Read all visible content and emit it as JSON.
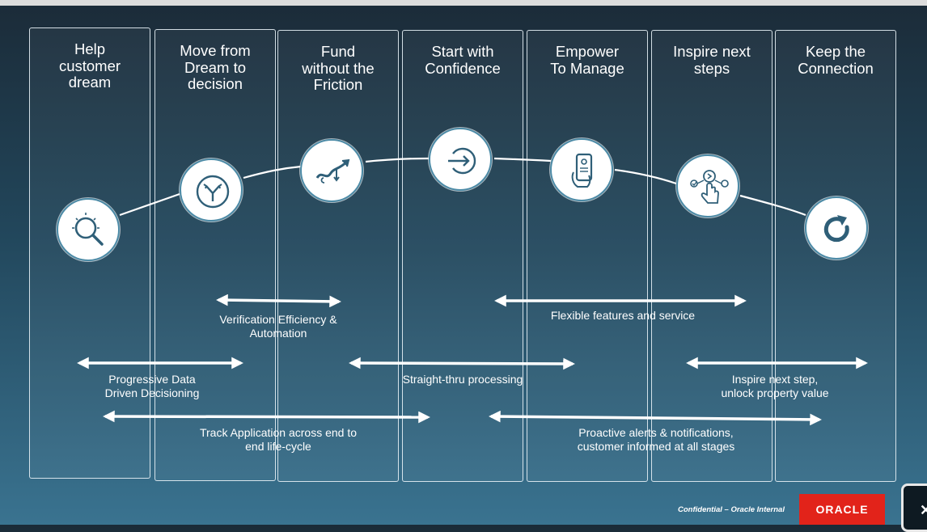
{
  "stages": [
    {
      "title": "Help\ncustomer\ndream",
      "icon": "magnifier-icon"
    },
    {
      "title": "Move from\nDream to\ndecision",
      "icon": "fork-arrows-icon"
    },
    {
      "title": "Fund\nwithout the\nFriction",
      "icon": "trend-arrow-icon"
    },
    {
      "title": "Start with\nConfidence",
      "icon": "enter-arrow-icon"
    },
    {
      "title": "Empower\nTo Manage",
      "icon": "phone-hand-icon"
    },
    {
      "title": "Inspire next\nsteps",
      "icon": "touch-choice-icon"
    },
    {
      "title": "Keep the\nConnection",
      "icon": "refresh-icon"
    }
  ],
  "capabilities": [
    {
      "label": "Verification Efficiency &\nAutomation"
    },
    {
      "label": "Flexible features and service"
    },
    {
      "label": "Progressive Data\nDriven Decisioning"
    },
    {
      "label": "Straight-thru processing"
    },
    {
      "label": "Inspire next step,\nunlock property value"
    },
    {
      "label": "Track Application across end to\nend life-cycle"
    },
    {
      "label": "Proactive alerts & notifications,\ncustomer informed at all stages"
    }
  ],
  "footer": {
    "confidential": "Confidential – Oracle Internal",
    "logo": "ORACLE"
  },
  "colors": {
    "accent": "#e2231a",
    "circle_border": "#4b8aa6",
    "icon_stroke": "#2f5f78"
  },
  "close_glyph": "✕"
}
